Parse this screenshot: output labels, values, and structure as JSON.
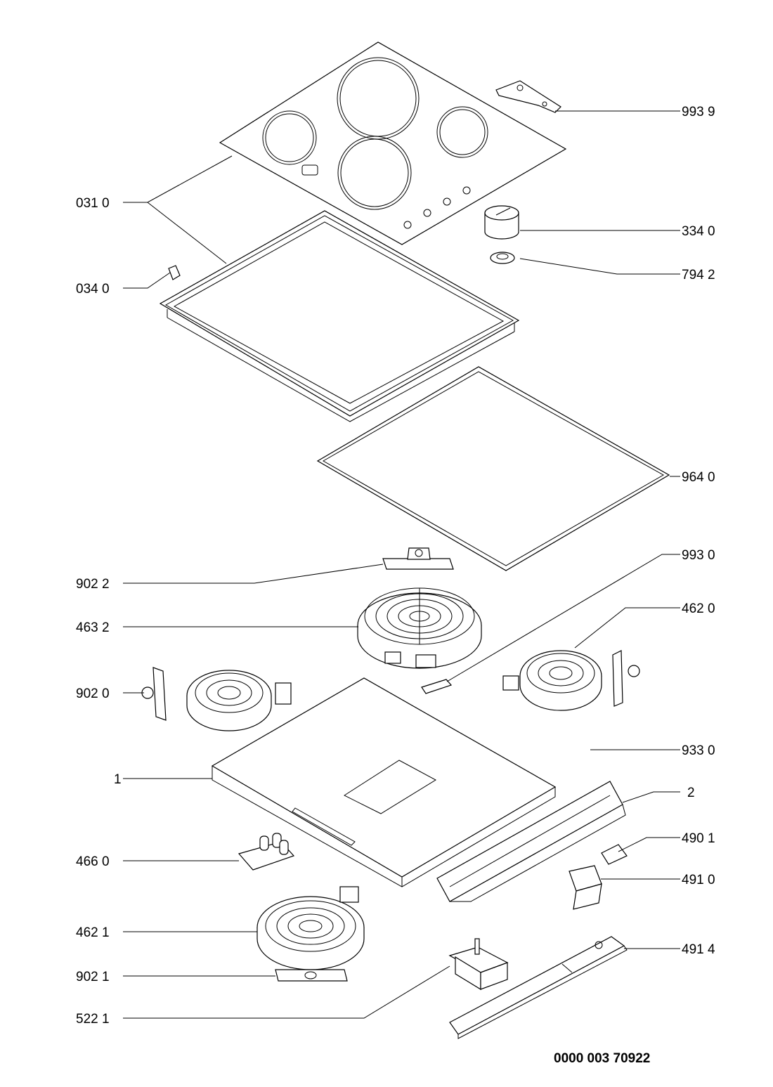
{
  "diagram": {
    "labels": {
      "p9939": "993 9",
      "p0310": "031 0",
      "p3340": "334 0",
      "p0340": "034 0",
      "p7942": "794 2",
      "p9640": "964 0",
      "p9930": "993 0",
      "p9022": "902 2",
      "p4620": "462 0",
      "p4632": "463 2",
      "p9020": "902 0",
      "p9330": "933 0",
      "p1": "1",
      "p2": "2",
      "p4901": "490 1",
      "p4660": "466 0",
      "p4910": "491 0",
      "p4621": "462 1",
      "p4914": "491 4",
      "p9021": "902 1",
      "p5221": "522 1"
    },
    "document_number": "0000 003 70922"
  }
}
